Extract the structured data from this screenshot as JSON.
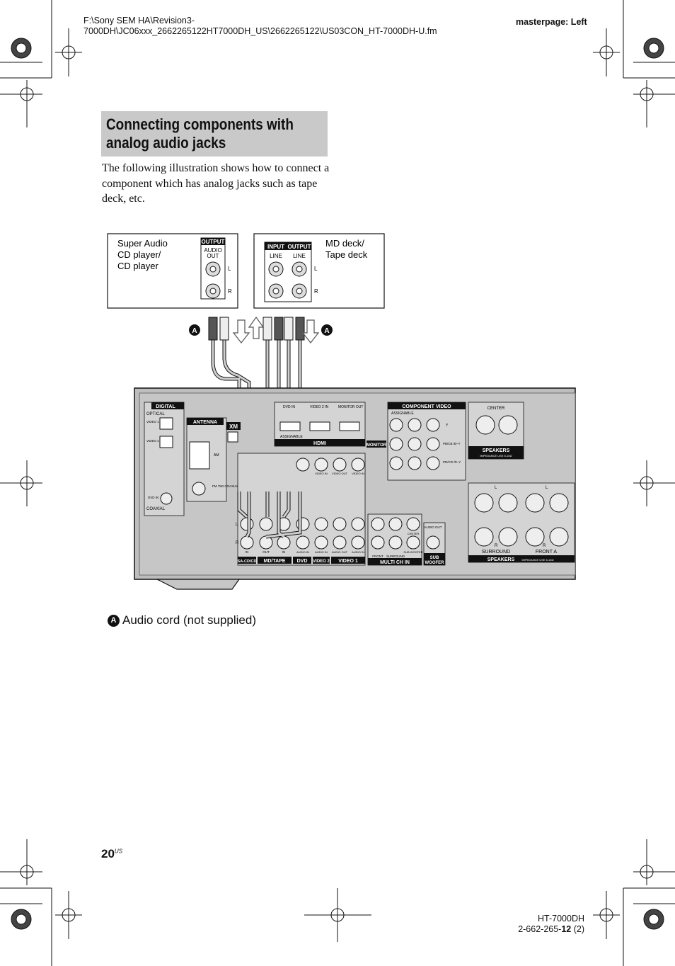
{
  "header": {
    "path_line1": "F:\\Sony SEM HA\\Revision3-",
    "path_line2": "7000DH\\JC06xxx_2662265122HT7000DH_US\\2662265122\\US03CON_HT-7000DH-U.fm",
    "masterpage": "masterpage: Left"
  },
  "section": {
    "title_line1": "Connecting components with",
    "title_line2": "analog audio jacks",
    "intro": "The following illustration shows how to connect a component which has analog jacks such as tape deck, etc."
  },
  "diagram": {
    "cd_player": {
      "name_line1": "Super Audio",
      "name_line2": "CD player/",
      "name_line3": "CD player",
      "output_label": "OUTPUT",
      "audio_out_line1": "AUDIO",
      "audio_out_line2": "OUT",
      "l": "L",
      "r": "R"
    },
    "md_deck": {
      "name_line1": "MD deck/",
      "name_line2": "Tape deck",
      "input_label": "INPUT",
      "output_label": "OUTPUT",
      "line": "LINE",
      "l": "L",
      "r": "R"
    },
    "cord_marker": "A",
    "receiver": {
      "digital": "DIGITAL",
      "optical": "OPTICAL",
      "video1_in": "VIDEO 1 IN",
      "video2_in": "VIDEO 2 IN",
      "dvd_in": "DVD IN",
      "coaxial": "COAXIAL",
      "antenna": "ANTENNA",
      "am": "AM",
      "fm": "FM 75Ω COAXIAL",
      "xm": "XM",
      "dvd": "DVD IN",
      "video2": "VIDEO 2 IN",
      "monitor_out": "MONITOR OUT",
      "assignable": "ASSIGNABLE",
      "hdmi": "HDMI",
      "component_video": "COMPONENT VIDEO",
      "comp_assignable": "ASSIGNABLE",
      "y": "Y",
      "pb": "PB/CB /B–Y",
      "pr": "PR/CR /R–Y",
      "monitor": "MONITOR",
      "center": "CENTER",
      "speakers": "SPEAKERS",
      "impedance": "IMPEDANCE USE 6-16Ω",
      "surround": "SURROUND",
      "front_a": "FRONT A",
      "l": "L",
      "r": "R",
      "sa_cd": "SA-CD/CD",
      "md_tape": "MD/TAPE",
      "dvd_label": "DVD",
      "video2_label": "VIDEO 2",
      "video1_label": "VIDEO 1",
      "multi_ch_in": "MULTI CH IN",
      "sub_woofer_line1": "SUB",
      "sub_woofer_line2": "WOOFER",
      "in": "IN",
      "out": "OUT",
      "video_in": "VIDEO IN",
      "video_out": "VIDEO OUT",
      "audio_in": "AUDIO IN",
      "audio_out": "AUDIO OUT",
      "front": "FRONT",
      "surround_small": "SURROUND",
      "center_small": "CENTER",
      "sub_small": "SUB WOOFER"
    }
  },
  "legend": {
    "marker": "A",
    "text": "Audio cord (not supplied)"
  },
  "page": {
    "number": "20",
    "suffix": "US"
  },
  "footer": {
    "model": "HT-7000DH",
    "code_prefix": "2-662-265-",
    "code_bold": "12",
    "code_suffix": " (2)"
  }
}
